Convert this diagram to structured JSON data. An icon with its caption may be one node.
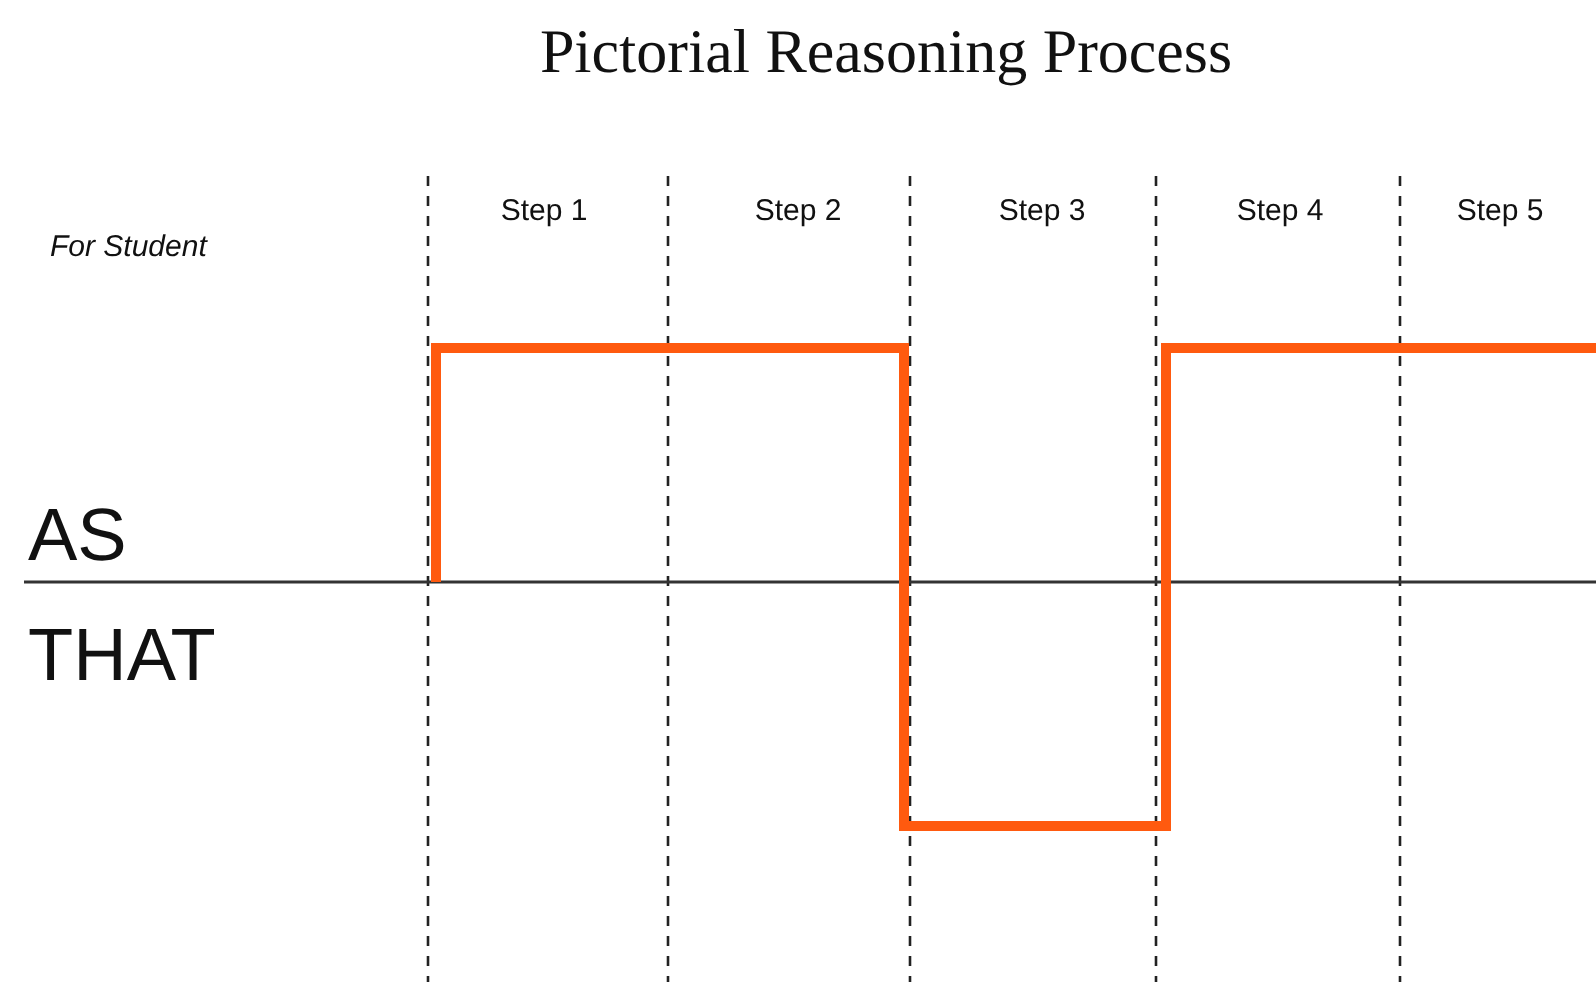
{
  "diagram": {
    "title": "Pictorial Reasoning Process",
    "labels": [
      "Step 1",
      "Step 2",
      "Step 3",
      "Step 4",
      "Step 5",
      "For Student",
      "AS",
      "THAT"
    ]
  }
}
